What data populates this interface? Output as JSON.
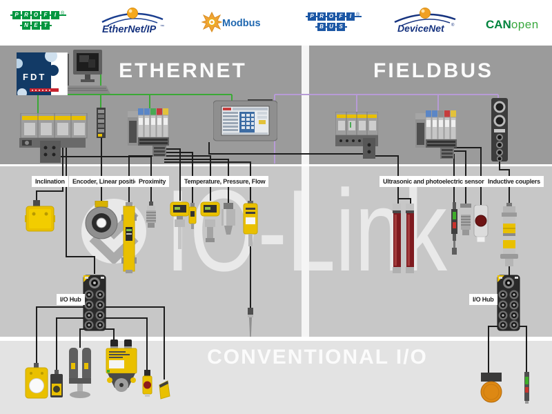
{
  "header_logos": {
    "profinet": {
      "row1": [
        "P",
        "R",
        "O",
        "F",
        "I"
      ],
      "row2": [
        "N",
        "E",
        "T"
      ],
      "reg": "®"
    },
    "ethernet_ip": {
      "label": "EtherNet/IP",
      "tm": "™"
    },
    "modbus": {
      "label": "Modbus"
    },
    "profibus": {
      "row1": [
        "P",
        "R",
        "O",
        "F",
        "I"
      ],
      "row2": [
        "B",
        "U",
        "S"
      ],
      "reg": "®"
    },
    "devicenet": {
      "label": "DeviceNet",
      "reg": "®"
    },
    "canopen": {
      "can": "CAN",
      "open": "open"
    }
  },
  "zones": {
    "ethernet": "ETHERNET",
    "fieldbus": "FIELDBUS",
    "conventional": "CONVENTIONAL I/O"
  },
  "watermark": {
    "text": "IO-Link"
  },
  "fdt_logo": {
    "label": "FDT"
  },
  "sensor_groups": {
    "inclination": "Inclination",
    "encoder": "Encoder, Linear position",
    "proximity": "Proximity",
    "temperature": "Temperature, Pressure, Flow",
    "ultrasonic": "Ultrasonic and photoelectric sensors",
    "inductive": "Inductive couplers"
  },
  "io_hub": {
    "label": "I/O Hub"
  },
  "colors": {
    "ethernet_wire": "#3aa935",
    "fieldbus_wire": "#b79bd6",
    "signal_wire": "#1c1c1c",
    "turck_yellow": "#e9c000",
    "banner_gray": "#9b9b9b",
    "mid_gray": "#c7c7c7",
    "bottom_gray": "#e3e3e3"
  },
  "devices": [
    "fdt-frame-card",
    "engineering-workstation",
    "ethernet-plc",
    "din-rail-io-module",
    "modular-io-station",
    "hmi-touch-panel",
    "fieldbus-plc",
    "modular-io-station-2",
    "block-io-module",
    "inclination-sensor",
    "rotary-encoder",
    "linear-position-sensor",
    "proximity-sensor",
    "temperature-sensor-display",
    "inline-sensor",
    "pressure-sensor-display",
    "pressure-transmitter",
    "flow-sensor",
    "immersion-temperature-probe",
    "light-curtain-pair",
    "photoelectric-slim-sensor",
    "ultrasonic-barrel-sensor",
    "photoelectric-red-lens-sensor",
    "inductive-coupler-pair",
    "io-hub-left",
    "io-hub-right",
    "ring-sensor",
    "flat-proximity-sensor",
    "fork-sensor",
    "valve-io-block",
    "button-sensor",
    "wedge-sensor",
    "ultrasonic-disc-sensor",
    "indicator-bar-sensor"
  ]
}
